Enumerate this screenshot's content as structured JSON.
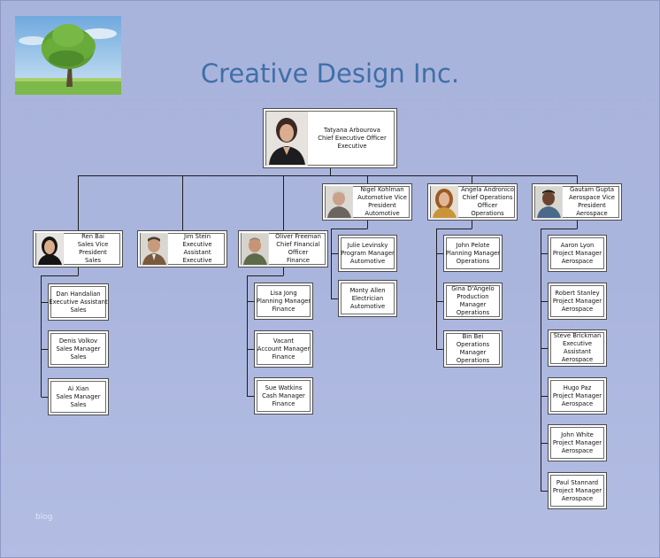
{
  "title": "Creative Design Inc.",
  "footer": "blog",
  "ceo": {
    "name": "Tatyana Arbourova",
    "role": "Chief Executive Officer",
    "dept": "Executive"
  },
  "top": [
    {
      "name": "Nigel Kohlman",
      "role": "Automotive Vice President",
      "dept": "Automotive"
    },
    {
      "name": "Angela Andronico",
      "role": "Chief Operations Officer",
      "dept": "Operations"
    },
    {
      "name": "Gautam Gupta",
      "role": "Aerospace Vice President",
      "dept": "Aerospace"
    }
  ],
  "second": [
    {
      "name": "Ren Bai",
      "role": "Sales Vice President",
      "dept": "Sales"
    },
    {
      "name": "Jim Stein",
      "role": "Executive Assistant",
      "dept": "Executive"
    },
    {
      "name": "Oliver Freeman",
      "role": "Chief Financial Officer",
      "dept": "Finance"
    }
  ],
  "sales": [
    {
      "name": "Dan Handalian",
      "role": "Executive Assistant",
      "dept": "Sales"
    },
    {
      "name": "Denis Volkov",
      "role": "Sales Manager",
      "dept": "Sales"
    },
    {
      "name": "Ai Xian",
      "role": "Sales Manager",
      "dept": "Sales"
    }
  ],
  "finance": [
    {
      "name": "Lisa Jong",
      "role": "Planning Manager",
      "dept": "Finance"
    },
    {
      "name": "Vacant",
      "role": "Account Manager",
      "dept": "Finance"
    },
    {
      "name": "Sue Watkins",
      "role": "Cash Manager",
      "dept": "Finance"
    }
  ],
  "automotive": [
    {
      "name": "Julie Levinsky",
      "role": "Program Manager",
      "dept": "Automotive"
    },
    {
      "name": "Monty Allen",
      "role": "Electrician",
      "dept": "Automotive"
    }
  ],
  "operations": [
    {
      "name": "John Pelote",
      "role": "Planning Manager",
      "dept": "Operations"
    },
    {
      "name": "Gina D'Angelo",
      "role": "Production Manager",
      "dept": "Operations"
    },
    {
      "name": "Bin Bei",
      "role": "Operations Manager",
      "dept": "Operations"
    }
  ],
  "aerospace": [
    {
      "name": "Aaron Lyon",
      "role": "Project Manager",
      "dept": "Aerospace"
    },
    {
      "name": "Robert Stanley",
      "role": "Project Manager",
      "dept": "Aerospace"
    },
    {
      "name": "Steve Brickman",
      "role": "Executive Assistant",
      "dept": "Aerospace"
    },
    {
      "name": "Hugo Paz",
      "role": "Project Manager",
      "dept": "Aerospace"
    },
    {
      "name": "John White",
      "role": "Project Manager",
      "dept": "Aerospace"
    },
    {
      "name": "Paul Stannard",
      "role": "Project Manager",
      "dept": "Aerospace"
    }
  ]
}
